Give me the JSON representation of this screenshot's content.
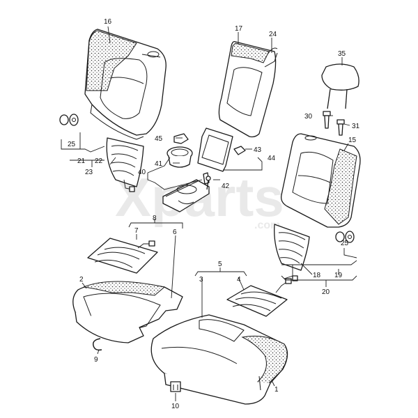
{
  "watermark": {
    "brand": "Xparts",
    "suffix": ".com"
  },
  "labels": {
    "l1": "1",
    "l2": "2",
    "l3": "3",
    "l4": "4",
    "l5": "5",
    "l6": "6",
    "l7": "7",
    "l8": "8",
    "l9": "9",
    "l10": "10",
    "l15": "15",
    "l16": "16",
    "l17": "17",
    "l18": "18",
    "l19": "19",
    "l20": "20",
    "l21": "21",
    "l22": "22",
    "l23": "23",
    "l24": "24",
    "l25a": "25",
    "l25b": "25",
    "l30": "30",
    "l31": "31",
    "l35": "35",
    "l40": "40",
    "l41": "41",
    "l42": "42",
    "l43": "43",
    "l44": "44",
    "l45": "45"
  }
}
